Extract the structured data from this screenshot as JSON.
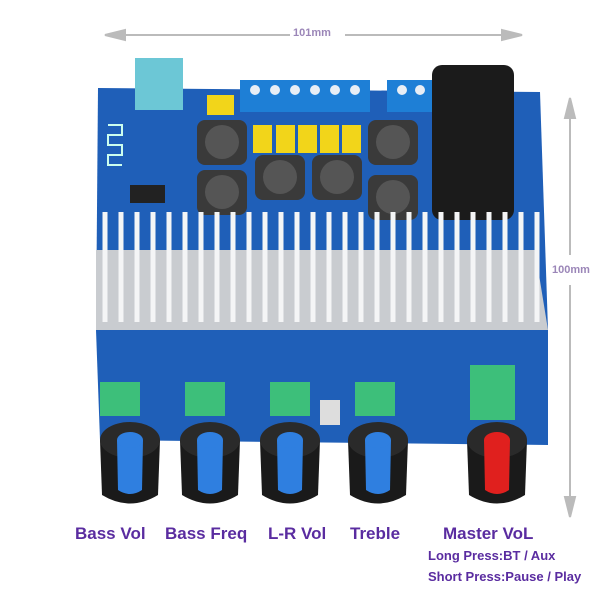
{
  "dimensions": {
    "width_label": "101mm",
    "height_label": "100mm"
  },
  "knobs": [
    {
      "label": "Bass Vol",
      "cap_color": "#2f7fe0"
    },
    {
      "label": "Bass Freq",
      "cap_color": "#2f7fe0"
    },
    {
      "label": "L-R Vol",
      "cap_color": "#2f7fe0"
    },
    {
      "label": "Treble",
      "cap_color": "#2f7fe0"
    },
    {
      "label": "Master VoL",
      "cap_color": "#e0201e"
    }
  ],
  "master_notes": {
    "long_press": "Long Press:BT / Aux",
    "short_press": "Short Press:Pause / Play"
  },
  "colors": {
    "label": "#5a2ca0",
    "pcb": "#1f5fb8",
    "terminal": "#1e7fd6",
    "heatsink": "#c9ccd0"
  }
}
